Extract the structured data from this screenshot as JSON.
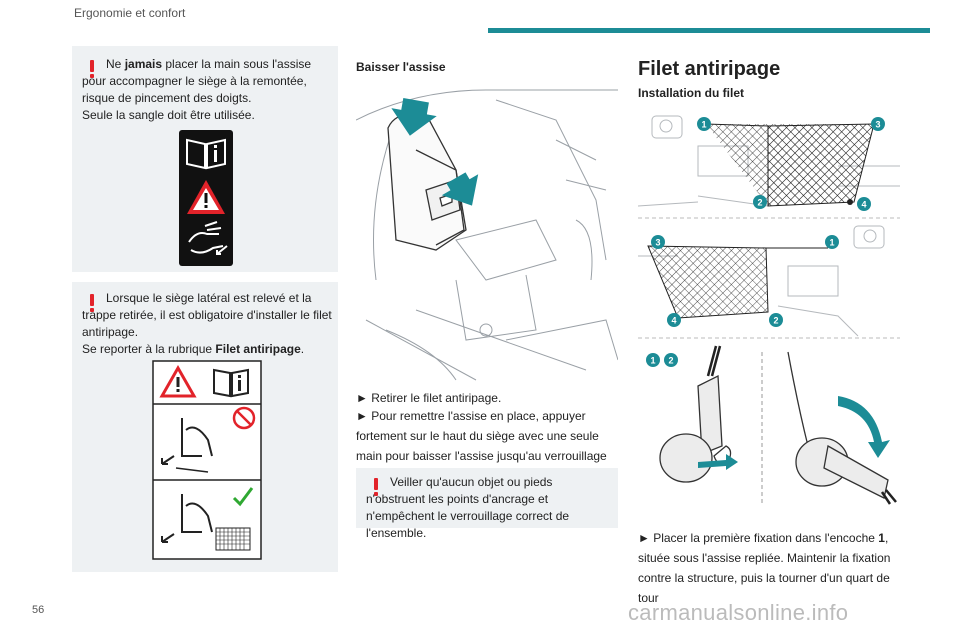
{
  "header": {
    "section": "Ergonomie et confort"
  },
  "page_number": "56",
  "watermark": "carmanualsonline.info",
  "left_col": {
    "warning1": {
      "pre": "Ne ",
      "bold": "jamais",
      "post": " placer la main sous l'assise pour accompagner le siège à la remontée, risque de pincement des doigts.",
      "line2": "Seule la sangle doit être utilisée."
    },
    "warning2": {
      "text": "Lorsque le siège latéral est relevé et la trappe retirée, il est obligatoire d'installer le filet antiripage.",
      "ref_pre": "Se reporter à la rubrique ",
      "ref_bold": "Filet antiripage",
      "ref_post": "."
    }
  },
  "mid_col": {
    "title": "Baisser l'assise",
    "bullets": [
      "► Retirer le filet antiripage.",
      "► Pour remettre l'assise en place, appuyer fortement sur le haut du siège avec une seule main pour baisser l'assise jusqu'au verrouillage en position siège."
    ],
    "warning": "Veiller qu'aucun objet ou pieds n'obstruent les points d'ancrage et n'empêchent le verrouillage correct de l'ensemble."
  },
  "right_col": {
    "title": "Filet antiripage",
    "subtitle": "Installation du filet",
    "markers": [
      "1",
      "2",
      "3",
      "4"
    ],
    "bullet_pre": "► Placer la première fixation dans l'encoche ",
    "bullet_bold": "1",
    "bullet_post": ", située sous l'assise repliée. Maintenir la fixation contre la structure, puis la tourner d'un quart de tour"
  },
  "colors": {
    "accent": "#1c8c96",
    "warning": "#e2232a",
    "box_bg": "#eef1f3",
    "marker": "#1c8c96"
  },
  "icons": [
    "book-info-icon",
    "warning-triangle-icon",
    "no-hand-icon",
    "check-icon",
    "seat-icon"
  ]
}
